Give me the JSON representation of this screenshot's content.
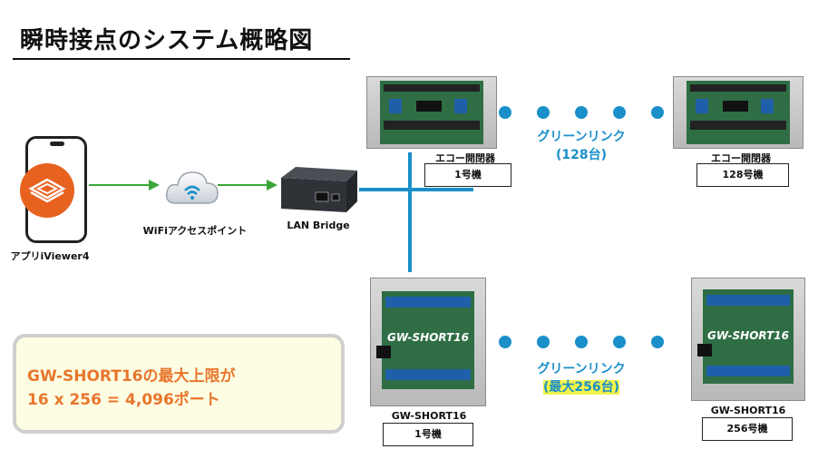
{
  "title": "瞬時接点のシステム概略図",
  "app": {
    "label": "アプリiViewer4",
    "icon": "ceiling-ac-icon"
  },
  "wifi": {
    "label": "WiFiアクセスポイント",
    "icon": "wifi-cloud-icon"
  },
  "lan_bridge": {
    "label": "LAN Bridge"
  },
  "echo_top": {
    "left": {
      "caption": "エコー開閉器",
      "number": "1号機"
    },
    "right": {
      "caption": "エコー開閉器",
      "number": "128号機"
    },
    "link_label": "グリーンリンク",
    "link_count": "(128台)"
  },
  "gw_bottom": {
    "left": {
      "caption": "GW-SHORT16",
      "number": "1号機"
    },
    "right": {
      "caption": "GW-SHORT16",
      "number": "256号機"
    },
    "link_label": "グリーンリンク",
    "link_count": "(最大256台)",
    "brand_text": "GW-SHORT16"
  },
  "info": {
    "line1": "GW-SHORT16の最大上限が",
    "line2": "16 x 256 = 4,096ポート"
  },
  "colors": {
    "accent_blue": "#1a8fc9",
    "arrow_green": "#3aa63a",
    "app_orange": "#e8621f",
    "info_text": "#e8762c",
    "highlight": "#f2f24a"
  }
}
